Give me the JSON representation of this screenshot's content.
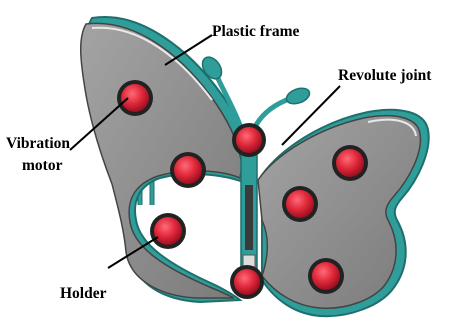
{
  "labels": {
    "plastic_frame": "Plastic frame",
    "revolute_joint": "Revolute joint",
    "vibration": "Vibration",
    "motor": "motor",
    "holder": "Holder"
  },
  "colors": {
    "frame_teal": "#2f9d99",
    "frame_dark": "#1f6f6c",
    "wing_gray": "#8e8e8e",
    "wing_dark": "#555555",
    "motor_red": "#e0283a",
    "motor_dark": "#9a1020",
    "leader_line": "#000000"
  }
}
